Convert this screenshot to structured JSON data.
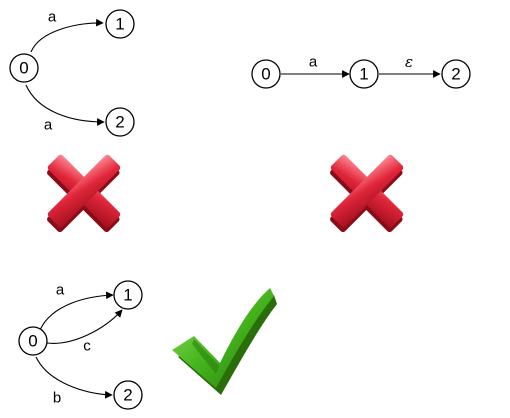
{
  "diagrams": [
    {
      "id": "top-left",
      "nodes": [
        "0",
        "1",
        "2"
      ],
      "edges": [
        {
          "from": "0",
          "to": "1",
          "label": "a"
        },
        {
          "from": "0",
          "to": "2",
          "label": "a"
        }
      ],
      "verdict": "cross-icon"
    },
    {
      "id": "top-right",
      "nodes": [
        "0",
        "1",
        "2"
      ],
      "edges": [
        {
          "from": "0",
          "to": "1",
          "label": "a"
        },
        {
          "from": "1",
          "to": "2",
          "label": "ε"
        }
      ],
      "verdict": "cross-icon"
    },
    {
      "id": "bottom-left",
      "nodes": [
        "0",
        "1",
        "2"
      ],
      "edges": [
        {
          "from": "0",
          "to": "1",
          "label": "a"
        },
        {
          "from": "0",
          "to": "1",
          "label": "c"
        },
        {
          "from": "0",
          "to": "2",
          "label": "b"
        }
      ],
      "verdict": "check-icon"
    }
  ],
  "colors": {
    "cross": "#e0263a",
    "cross_dark": "#9c0f1e",
    "check": "#45b51d",
    "check_dark": "#2b7a0e"
  }
}
